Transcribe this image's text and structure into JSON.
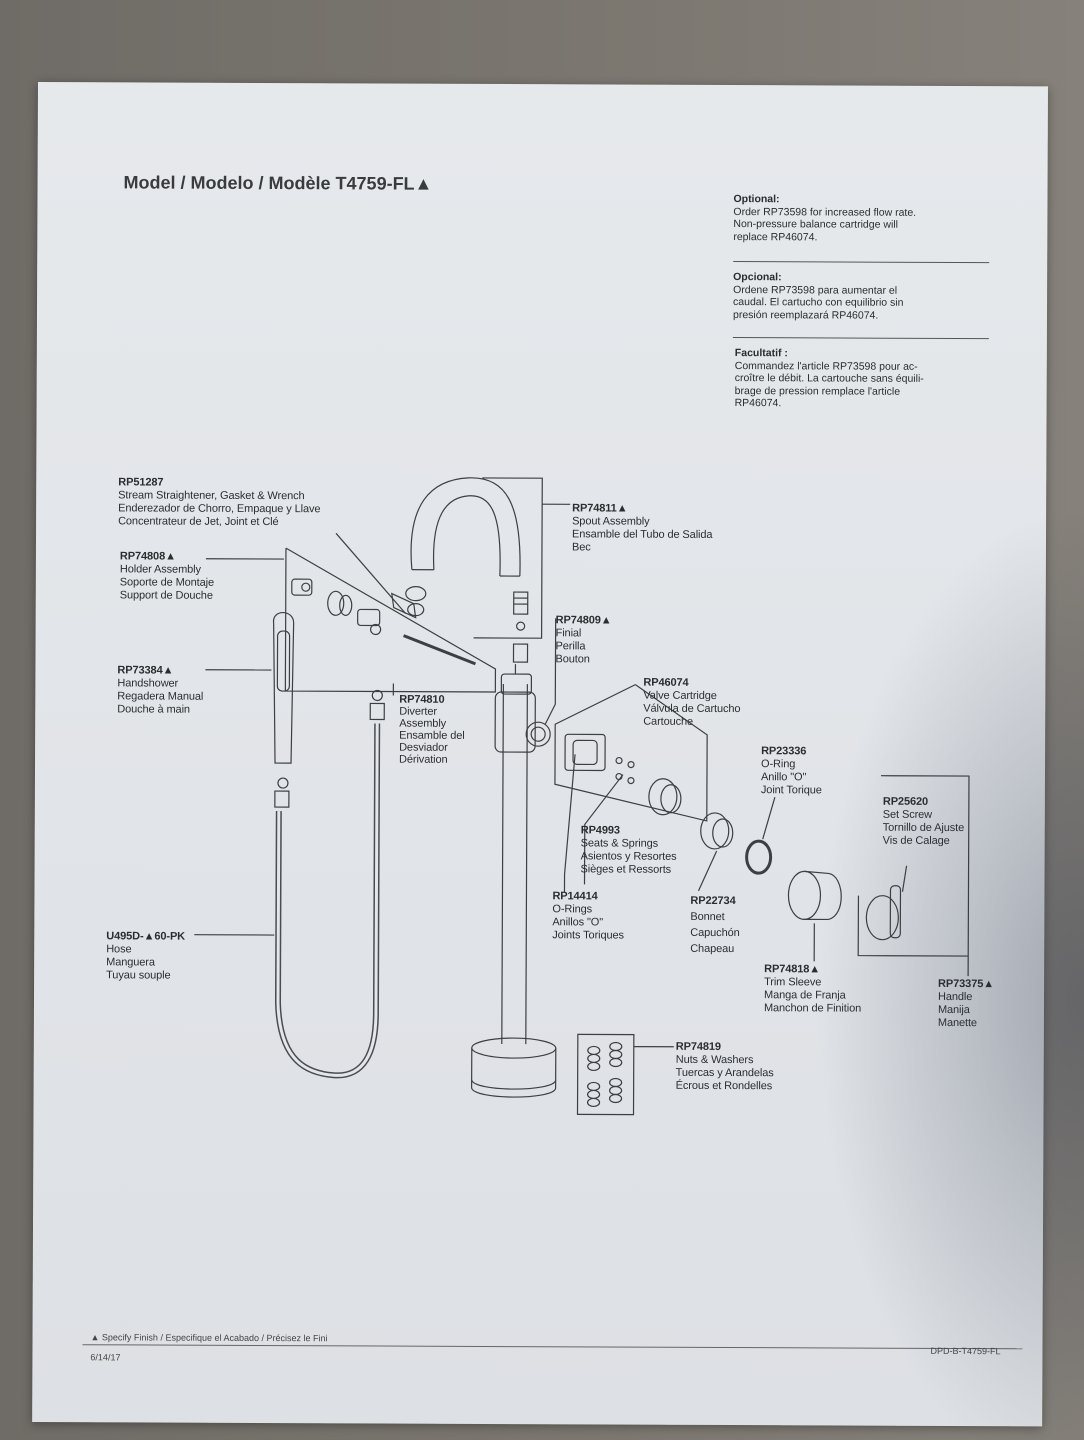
{
  "title": "Model / Modelo / Modèle T4759-FL▲",
  "notes": [
    {
      "heading": "Optional:",
      "lines": [
        "Order RP73598 for increased flow rate.",
        "Non-pressure balance cartridge will",
        "replace RP46074."
      ]
    },
    {
      "heading": "Opcional:",
      "lines": [
        "Ordene RP73598 para aumentar el",
        "caudal. El cartucho con equilibrio sin",
        "presión reemplazará RP46074."
      ]
    },
    {
      "heading": "Facultatif :",
      "lines": [
        "Commandez l'article RP73598 pour ac-",
        "croître le débit. La cartouche sans équili-",
        "brage de pression remplace l'article",
        "RP46074."
      ]
    }
  ],
  "parts": [
    {
      "id": "RP51287",
      "lines": [
        "Stream Straightener, Gasket & Wrench",
        "Enderezador de Chorro, Empaque y Llave",
        "Concentrateur de Jet, Joint et Clé"
      ]
    },
    {
      "id": "RP74808▲",
      "lines": [
        "Holder Assembly",
        "Soporte de Montaje",
        "Support de Douche"
      ]
    },
    {
      "id": "RP73384▲",
      "lines": [
        "Handshower",
        "Regadera Manual",
        "Douche à main"
      ]
    },
    {
      "id": "U495D-▲60-PK",
      "lines": [
        "Hose",
        "Manguera",
        "Tuyau souple"
      ]
    },
    {
      "id": "RP74811▲",
      "lines": [
        "Spout Assembly",
        "Ensamble del Tubo de Salida",
        "Bec"
      ]
    },
    {
      "id": "RP74809▲",
      "lines": [
        "Finial",
        "Perilla",
        "Bouton"
      ]
    },
    {
      "id": "RP74810",
      "lines": [
        "Diverter",
        "Assembly",
        "Ensamble del",
        "Desviador",
        "Dérivation"
      ]
    },
    {
      "id": "RP46074",
      "lines": [
        "Valve Cartridge",
        "Válvula de Cartucho",
        "Cartouche"
      ]
    },
    {
      "id": "RP23336",
      "lines": [
        "O-Ring",
        "Anillo \"O\"",
        "Joint Torique"
      ]
    },
    {
      "id": "RP25620",
      "lines": [
        "Set Screw",
        "Tornillo de Ajuste",
        "Vis de Calage"
      ]
    },
    {
      "id": "RP4993",
      "lines": [
        "Seats & Springs",
        "Asientos y Resortes",
        "Sièges et Ressorts"
      ]
    },
    {
      "id": "RP14414",
      "lines": [
        "O-Rings",
        "Anillos \"O\"",
        "Joints Toriques"
      ]
    },
    {
      "id": "RP22734",
      "lines": [
        "Bonnet",
        "Capuchón",
        "Chapeau"
      ]
    },
    {
      "id": "RP74818▲",
      "lines": [
        "Trim Sleeve",
        "Manga de Franja",
        "Manchon de Finition"
      ]
    },
    {
      "id": "RP73375▲",
      "lines": [
        "Handle",
        "Manija",
        "Manette"
      ]
    },
    {
      "id": "RP74819",
      "lines": [
        "Nuts & Washers",
        "Tuercas y Arandelas",
        "Écrous et Rondelles"
      ]
    }
  ],
  "footer": {
    "finish_note": "▲  Specify Finish / Especifique el Acabado / Précisez le Fini",
    "date": "6/14/17",
    "doc_code": "DPD-B-T4759-FL"
  }
}
